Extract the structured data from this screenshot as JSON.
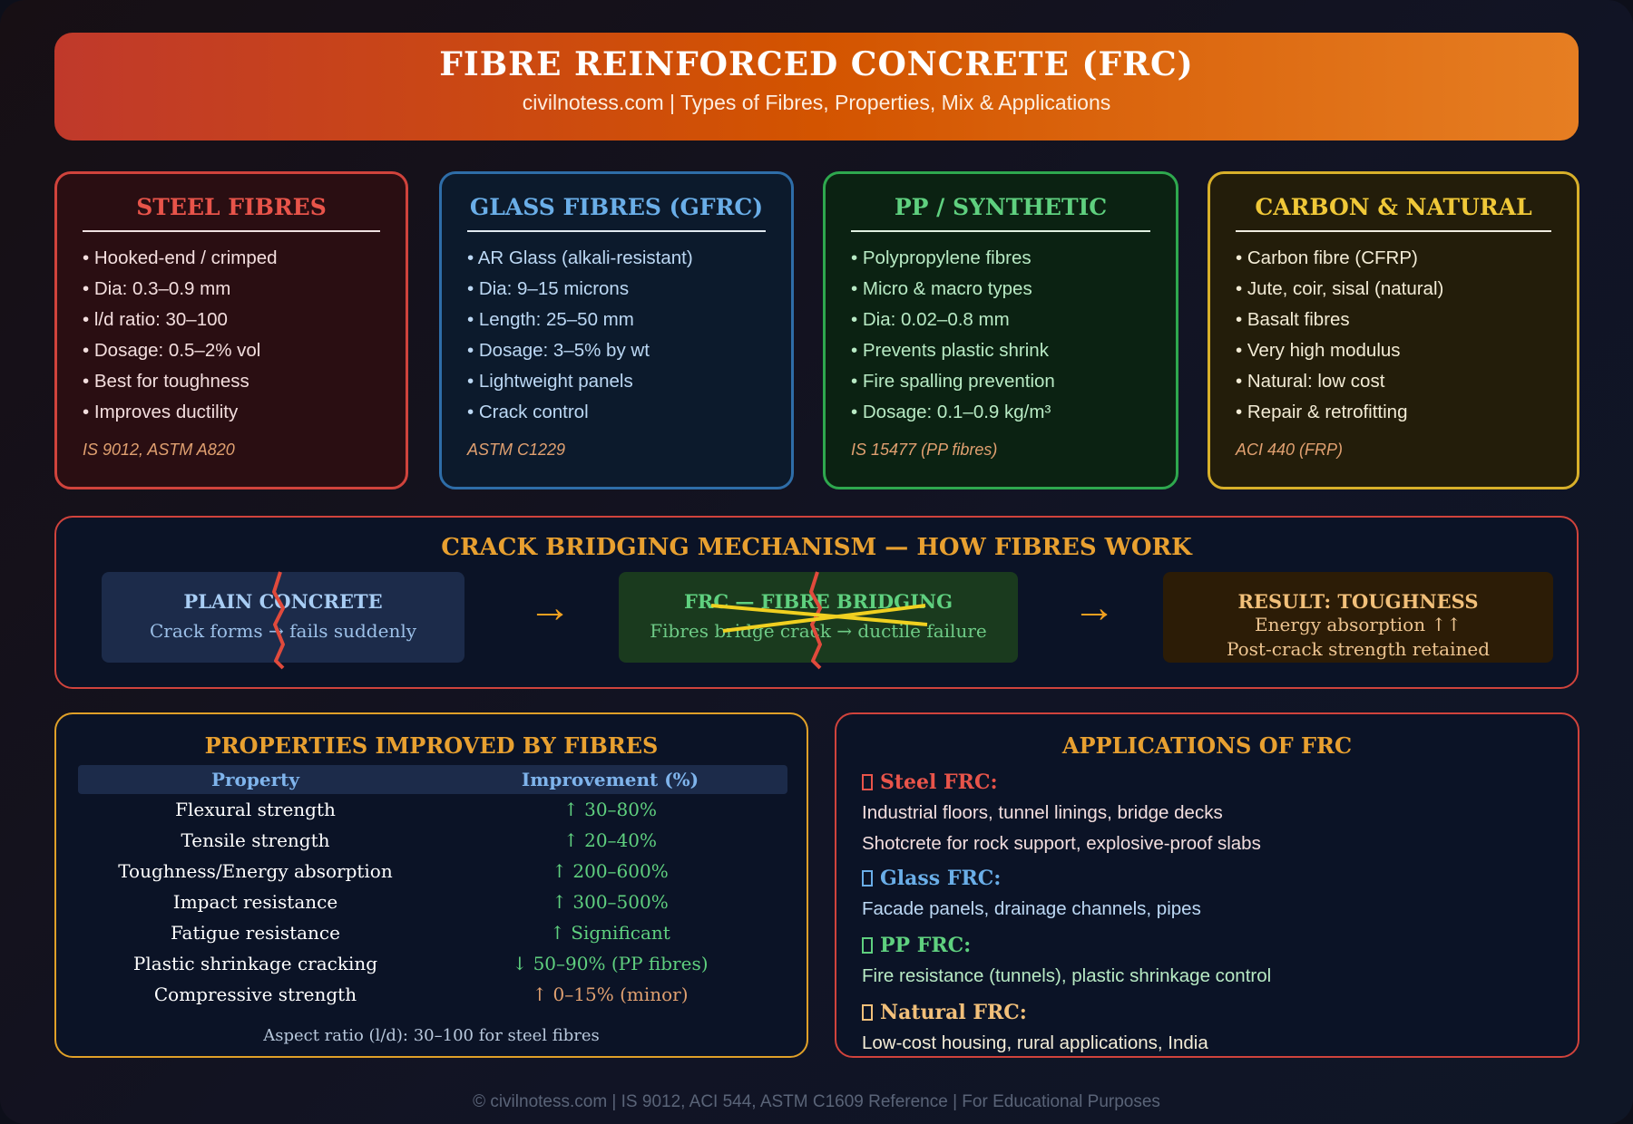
{
  "header": {
    "title": "FIBRE REINFORCED CONCRETE (FRC)",
    "subtitle": "civilnotess.com | Types of Fibres, Properties, Mix & Applications"
  },
  "cards": [
    {
      "title": "STEEL FIBRES",
      "items": [
        "• Hooked-end / crimped",
        "• Dia: 0.3–0.9 mm",
        "• l/d ratio: 30–100",
        "• Dosage: 0.5–2% vol",
        "• Best for toughness",
        "• Improves ductility"
      ],
      "ref": "IS 9012, ASTM A820"
    },
    {
      "title": "GLASS FIBRES (GFRC)",
      "items": [
        "• AR Glass (alkali-resistant)",
        "• Dia: 9–15 microns",
        "• Length: 25–50 mm",
        "• Dosage: 3–5% by wt",
        "• Lightweight panels",
        "• Crack control"
      ],
      "ref": "ASTM C1229"
    },
    {
      "title": "PP / SYNTHETIC",
      "items": [
        "• Polypropylene fibres",
        "• Micro & macro types",
        "• Dia: 0.02–0.8 mm",
        "• Prevents plastic shrink",
        "• Fire spalling prevention",
        "• Dosage: 0.1–0.9 kg/m³"
      ],
      "ref": "IS 15477 (PP fibres)"
    },
    {
      "title": "CARBON & NATURAL",
      "items": [
        "• Carbon fibre (CFRP)",
        "• Jute, coir, sisal (natural)",
        "• Basalt fibres",
        "• Very high modulus",
        "• Natural: low cost",
        "• Repair & retrofitting"
      ],
      "ref": "ACI 440 (FRP)"
    }
  ],
  "crack": {
    "title": "CRACK BRIDGING MECHANISM — HOW FIBRES WORK",
    "plain": {
      "title": "PLAIN CONCRETE",
      "desc": "Crack forms → fails suddenly"
    },
    "frc": {
      "title": "FRC — FIBRE BRIDGING",
      "desc": "Fibres bridge crack → ductile failure"
    },
    "result": {
      "title": "RESULT: TOUGHNESS",
      "line1": "Energy absorption ↑↑",
      "line2": "Post-crack strength retained"
    },
    "arrow": "→"
  },
  "properties": {
    "title": "PROPERTIES IMPROVED BY FIBRES",
    "headers": [
      "Property",
      "Improvement (%)"
    ],
    "rows": [
      [
        "Flexural strength",
        "↑ 30–80%"
      ],
      [
        "Tensile strength",
        "↑ 20–40%"
      ],
      [
        "Toughness/Energy absorption",
        "↑ 200–600%"
      ],
      [
        "Impact resistance",
        "↑ 300–500%"
      ],
      [
        "Fatigue resistance",
        "↑ Significant"
      ],
      [
        "Plastic shrinkage cracking",
        "↓ 50–90% (PP fibres)"
      ],
      [
        "Compressive strength",
        "↑ 0–15% (minor)"
      ]
    ],
    "note": "Aspect ratio (l/d): 30–100 for steel fibres"
  },
  "applications": {
    "title": "APPLICATIONS OF FRC",
    "groups": [
      {
        "heading": "Steel FRC:",
        "color": "#e8544a",
        "lines": [
          "Industrial floors, tunnel linings, bridge decks",
          "Shotcrete for rock support, explosive-proof slabs"
        ]
      },
      {
        "heading": "Glass FRC:",
        "color": "#6aaee8",
        "lines": [
          "Facade panels, drainage channels, pipes"
        ]
      },
      {
        "heading": "PP FRC:",
        "color": "#5fd07f",
        "lines": [
          "Fire resistance (tunnels), plastic shrinkage control"
        ]
      },
      {
        "heading": "Natural FRC:",
        "color": "#f2c07a",
        "lines": [
          "Low-cost housing, rural applications, India"
        ]
      }
    ]
  },
  "footer": "© civilnotess.com | IS 9012, ACI 544, ASTM C1609 Reference | For Educational Purposes"
}
